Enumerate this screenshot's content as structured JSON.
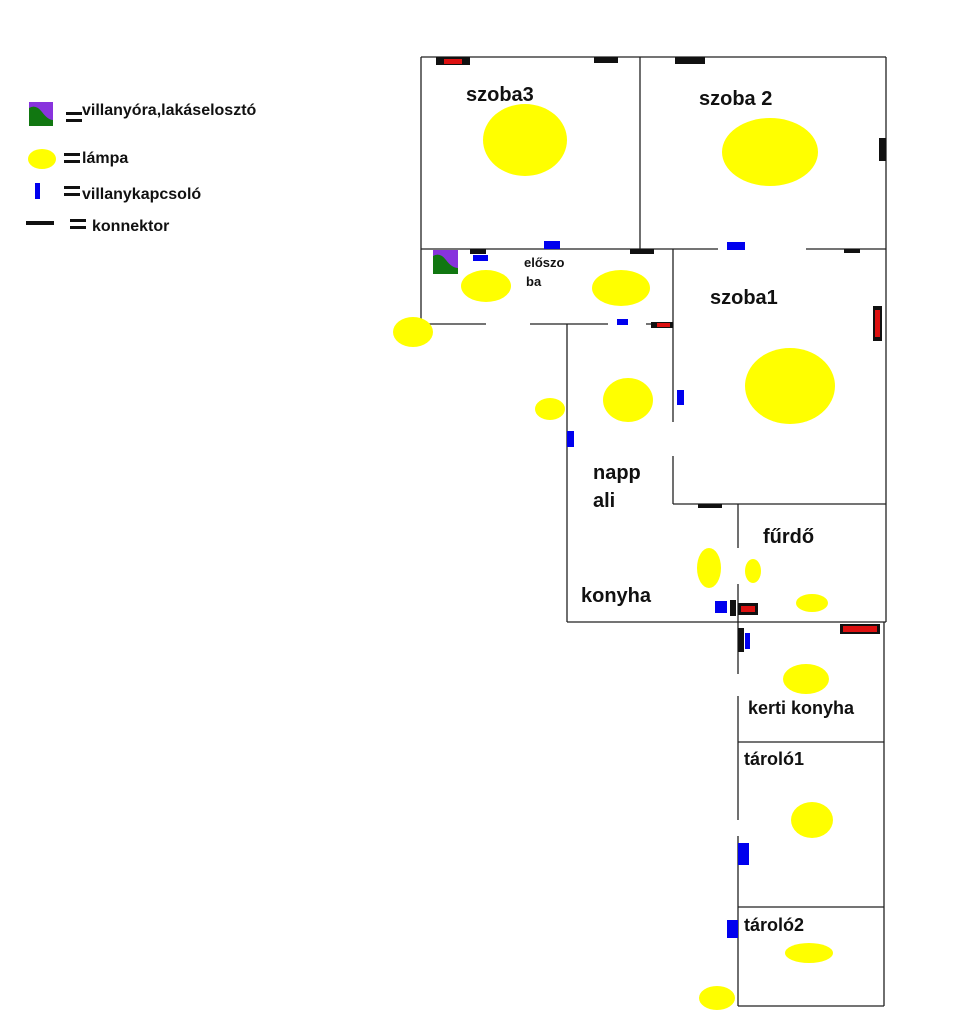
{
  "legend": {
    "meter": "villanyóra,lakáselosztó",
    "lamp": "lámpa",
    "switch": "villanykapcsoló",
    "connector": "konnektor"
  },
  "rooms": {
    "szoba3": "szoba3",
    "szoba2": "szoba 2",
    "eloszoba_line1": "előszo",
    "eloszoba_line2": "ba",
    "szoba1": "szoba1",
    "nappali_line1": "napp",
    "nappali_line2": "ali",
    "konyha": "konyha",
    "furdo": "fűrdő",
    "kerti_konyha": "kerti konyha",
    "tarolo1": "tároló1",
    "tarolo2": "tároló2"
  },
  "colors": {
    "lamp": "#ffff00",
    "switch": "#0000ee",
    "connector": "#111111",
    "connector_red": "#dd1111",
    "meter_purple": "#8833dd",
    "meter_green": "#117711",
    "wall": "#222222"
  }
}
